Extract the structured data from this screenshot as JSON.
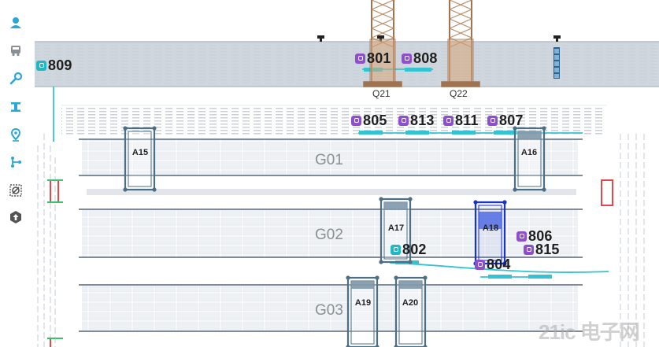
{
  "toolbar": {
    "tools": [
      {
        "id": "user",
        "icon": "user-pin-icon"
      },
      {
        "id": "truck",
        "icon": "truck-icon"
      },
      {
        "id": "wrench",
        "icon": "wrench-icon"
      },
      {
        "id": "crane",
        "icon": "crane-icon"
      },
      {
        "id": "location",
        "icon": "location-pin-icon"
      },
      {
        "id": "route",
        "icon": "route-icon"
      },
      {
        "id": "target",
        "icon": "target-icon"
      },
      {
        "id": "upload",
        "icon": "upload-icon"
      }
    ]
  },
  "cranes": [
    {
      "id": "q21",
      "label": "Q21"
    },
    {
      "id": "q22",
      "label": "Q22"
    }
  ],
  "zones": [
    "G01",
    "G02",
    "G03"
  ],
  "yard_cranes": [
    "A15",
    "A16",
    "A17",
    "A18",
    "A19",
    "A20"
  ],
  "vehicles": {
    "v809": "809",
    "v801": "801",
    "v808": "808",
    "v805": "805",
    "v813": "813",
    "v811": "811",
    "v807": "807",
    "v806": "806",
    "v815": "815",
    "v802": "802",
    "v804": "804"
  },
  "colors": {
    "vehicle_badge": "#8e4fcf",
    "vehicle_badge_alt": "#22b7c7",
    "crane_frame": "#4d6f86",
    "crane_selected": "#1a33c7",
    "lane": "#dde3ea",
    "track": "#36c3d1",
    "icon": "#2aa7d6",
    "quay_crane": "#d9a57a"
  },
  "watermark": "21ic 电子网"
}
